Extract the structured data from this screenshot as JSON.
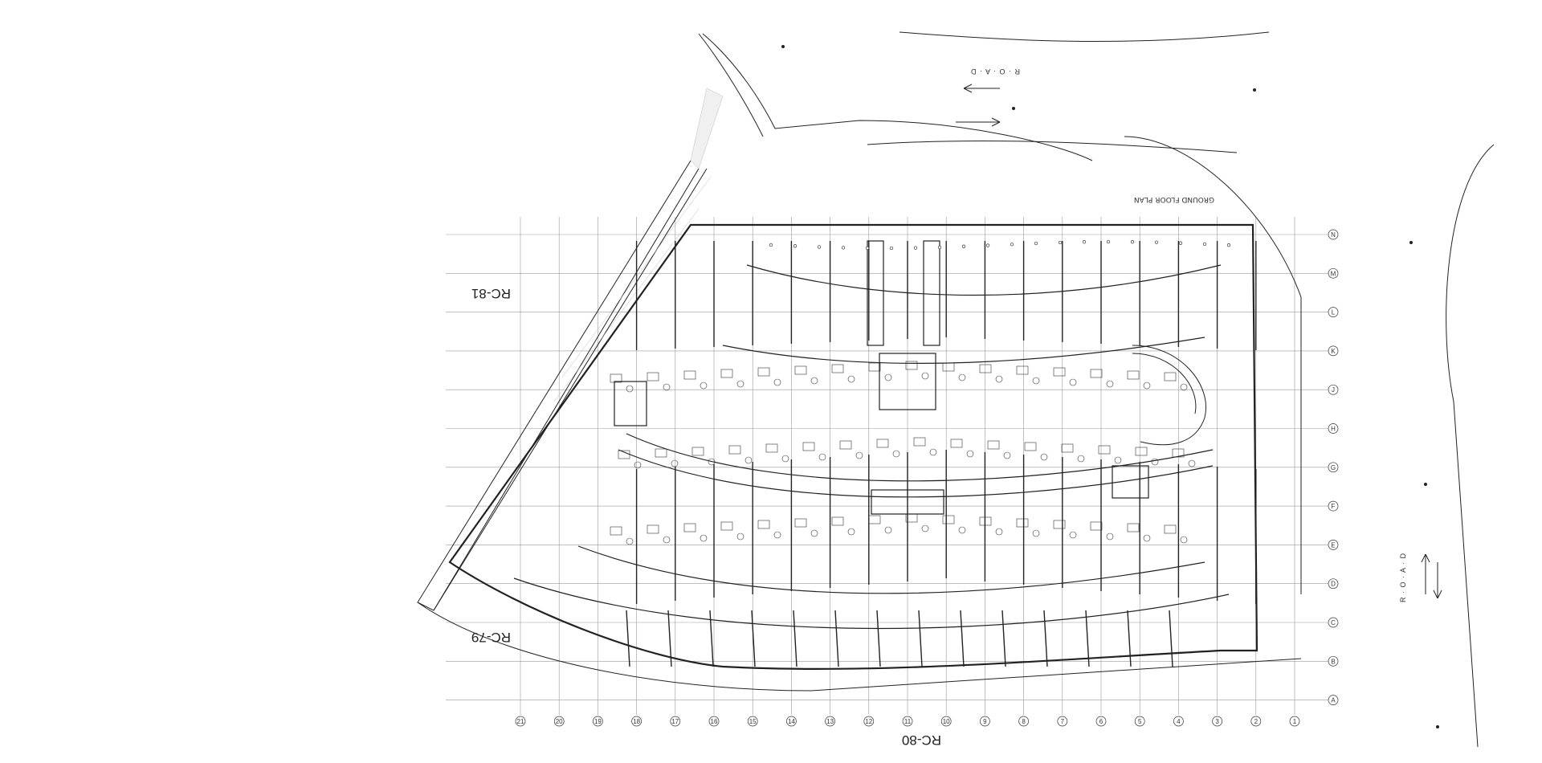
{
  "plot_labels": {
    "rc81": "RC-81",
    "rc79": "RC-79",
    "rc80": "RC-80"
  },
  "drawing_title": "GROUND FLOOR PLAN",
  "road_top": "R · O · A · D",
  "road_right": "R · O · A · D",
  "grid_numbers": [
    "21",
    "20",
    "19",
    "18",
    "17",
    "16",
    "15",
    "14",
    "13",
    "12",
    "11",
    "10",
    "9",
    "8",
    "7",
    "6",
    "5",
    "4",
    "3",
    "2",
    "1"
  ],
  "grid_letters": [
    "N",
    "M",
    "L",
    "K",
    "J",
    "H",
    "G",
    "F",
    "E",
    "D",
    "C",
    "B",
    "A"
  ],
  "colors": {
    "line": "#222222",
    "grid": "#9a9a9a",
    "hatch": "#bdbdbd"
  },
  "icons": [
    "north-arrow-icon",
    "direction-arrow-icon"
  ]
}
